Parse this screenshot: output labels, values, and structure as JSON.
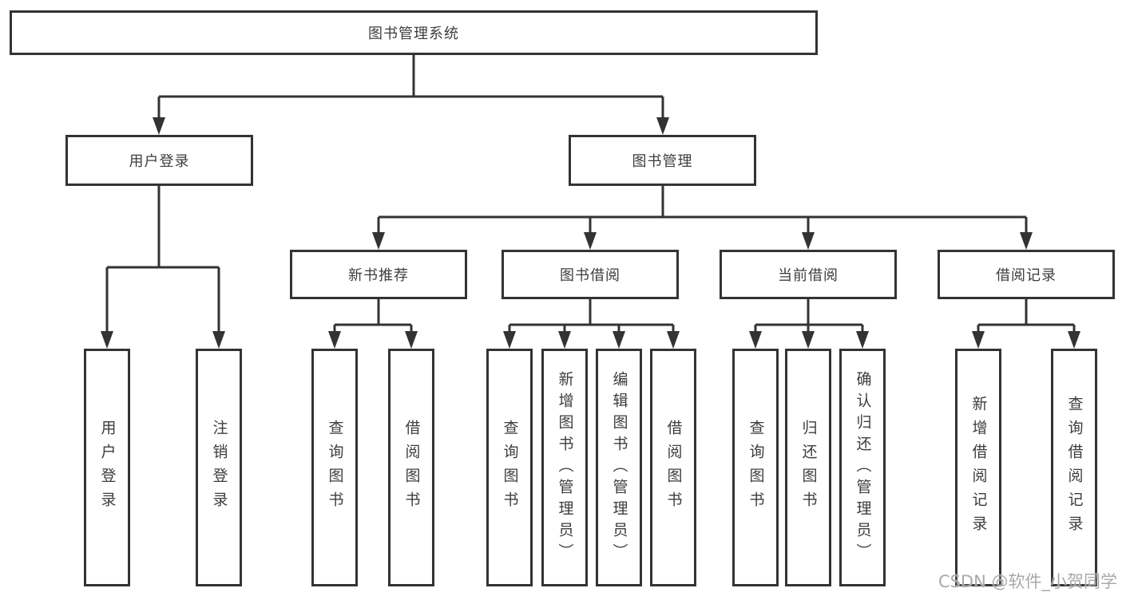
{
  "title": "图书管理系统",
  "branches": [
    {
      "label": "用户登录",
      "leaves": [
        "用户登录",
        "注销登录"
      ]
    },
    {
      "label": "图书管理",
      "sub": [
        {
          "label": "新书推荐",
          "leaves": [
            "查询图书",
            "借阅图书"
          ]
        },
        {
          "label": "图书借阅",
          "leaves": [
            "查询图书",
            "新增图书（管理员）",
            "编辑图书（管理员）",
            "借阅图书"
          ]
        },
        {
          "label": "当前借阅",
          "leaves": [
            "查询图书",
            "归还图书",
            "确认归还（管理员）"
          ]
        },
        {
          "label": "借阅记录",
          "leaves": [
            "新增借阅记录",
            "查询借阅记录"
          ]
        }
      ]
    }
  ],
  "watermark": "CSDN @软件_小贺同学",
  "colors": {
    "line": "#333333",
    "text": "#3d3d3d",
    "watermark": "#a0a0a0",
    "background": "#ffffff"
  }
}
